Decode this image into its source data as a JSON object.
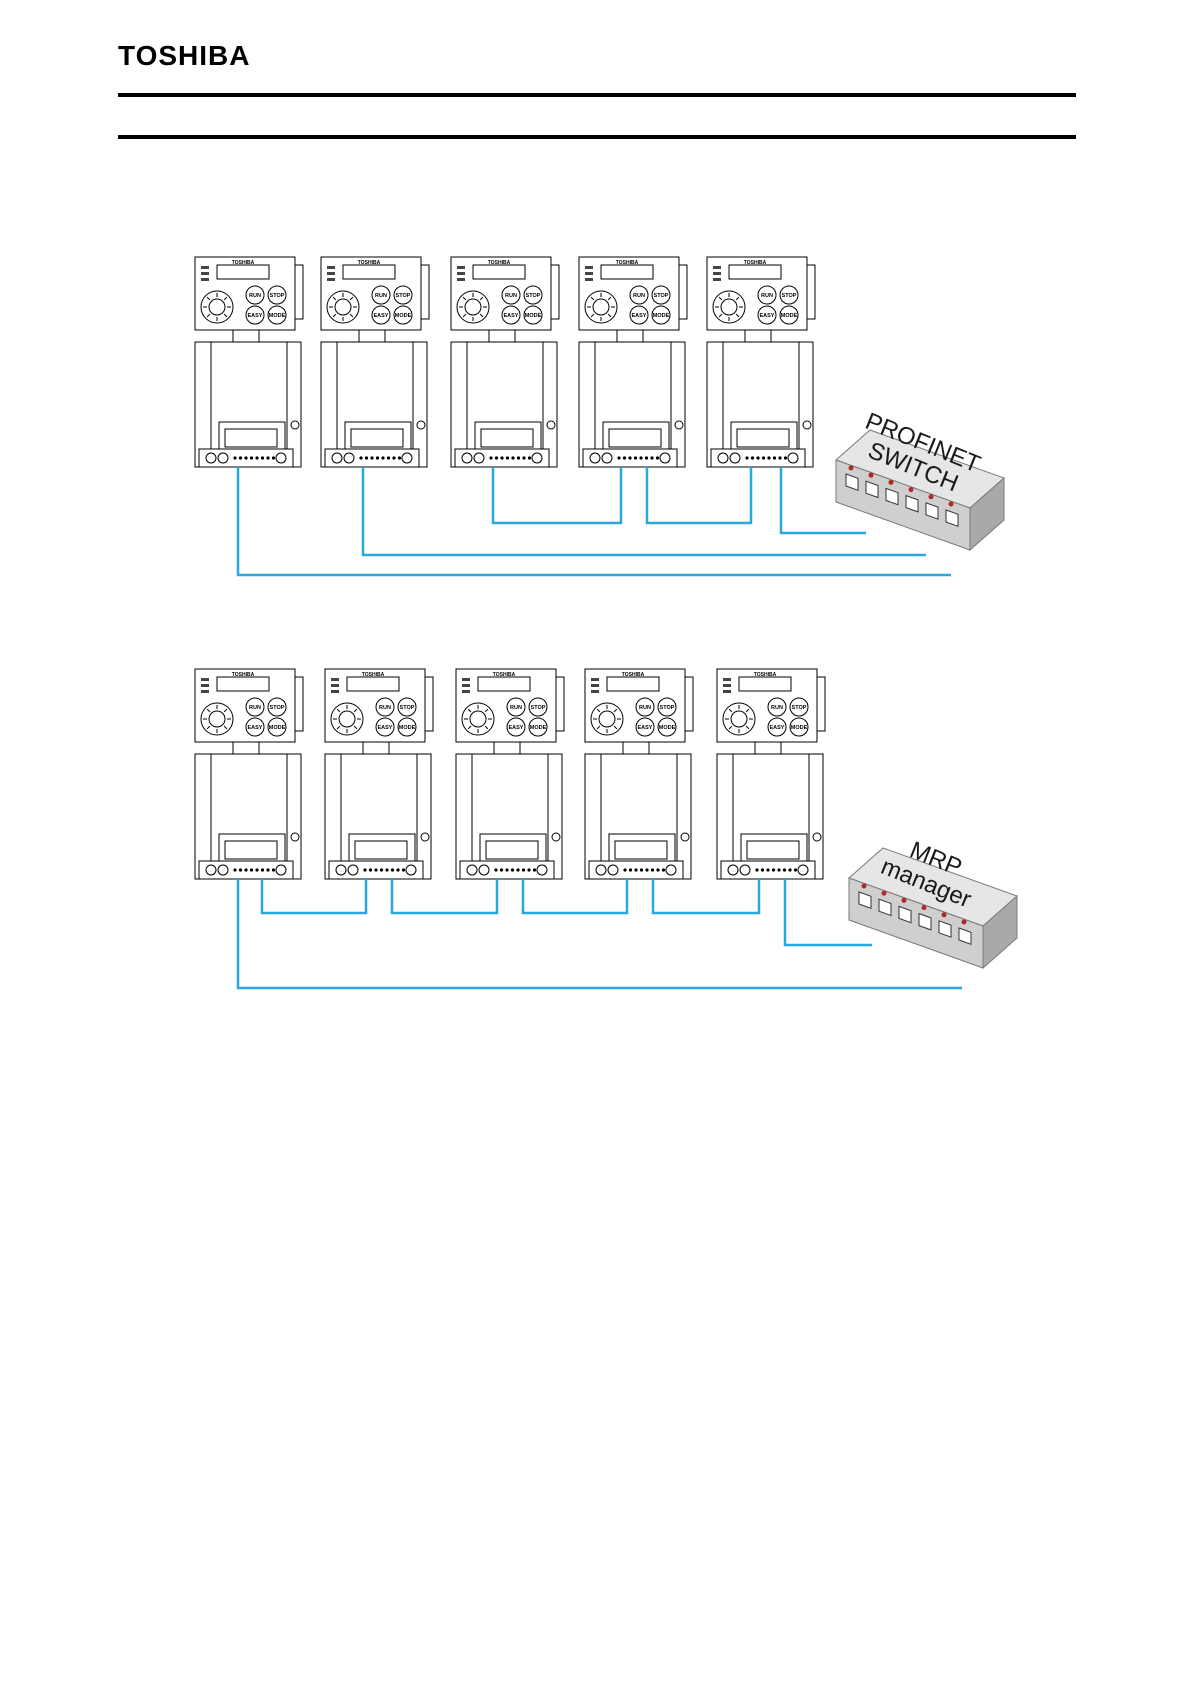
{
  "header": {
    "logo_text": "TOSHIBA"
  },
  "drive": {
    "brand": "TOSHIBA",
    "keys": [
      "RUN",
      "STOP",
      "EASY",
      "MODE"
    ]
  },
  "figures": [
    {
      "id": "star",
      "device_label_lines": [
        "PROFINET",
        "SWITCH"
      ],
      "drive_count": 5
    },
    {
      "id": "ring",
      "device_label_lines": [
        "MRP",
        "manager"
      ],
      "drive_count": 5
    }
  ],
  "colors": {
    "cable": "#29A7DF",
    "line": "#000000",
    "device_top": "#e6e6e6",
    "device_front": "#cfcfcf",
    "device_side": "#a9a9a9",
    "led": "#b02a2a"
  }
}
